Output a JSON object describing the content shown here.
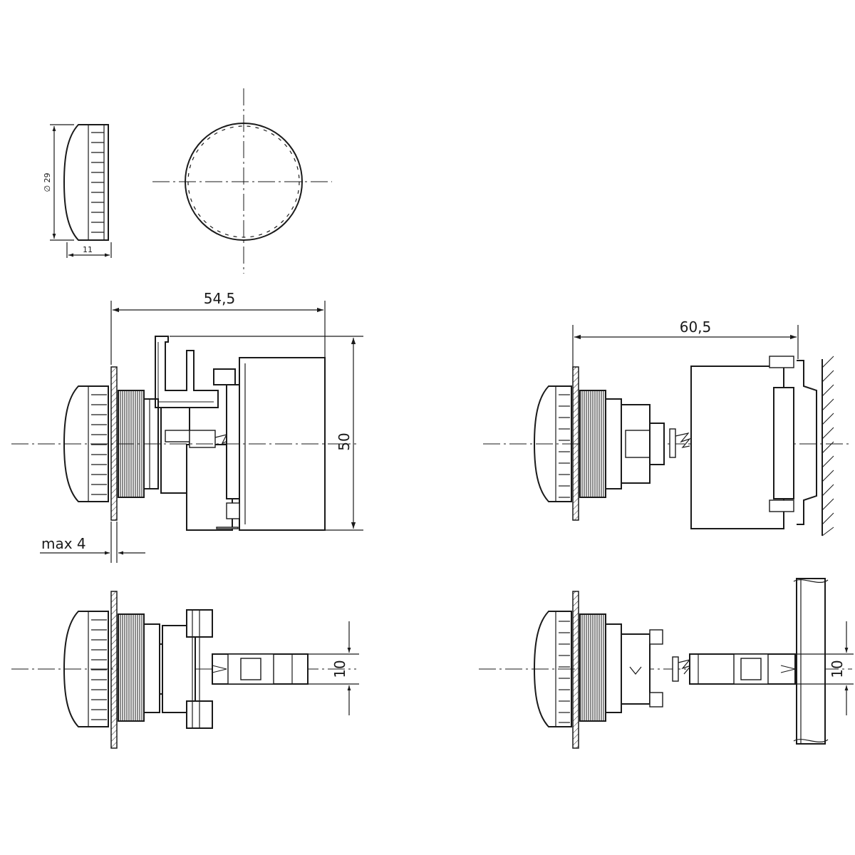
{
  "dimensions": {
    "front_diameter": "∅ 29",
    "front_depth": "11",
    "overall_length": "54,5",
    "overall_height": "50",
    "panel_thickness": "max 4",
    "rail_length": "60,5",
    "bottom_left_width": "10",
    "bottom_right_width": "10"
  }
}
